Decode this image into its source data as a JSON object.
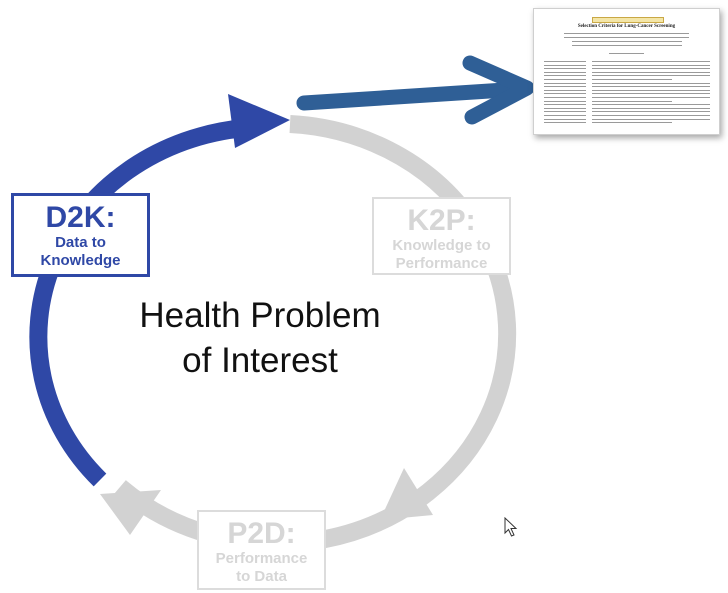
{
  "colors": {
    "active": "#2f48a6",
    "inactive": "#d2d2d2",
    "text": "#111111"
  },
  "cycle": {
    "stages": [
      {
        "code": "D2K:",
        "line1": "Data to",
        "line2": "Knowledge",
        "state": "active"
      },
      {
        "code": "K2P:",
        "line1": "Knowledge to",
        "line2": "Performance",
        "state": "inactive"
      },
      {
        "code": "P2D:",
        "line1": "Performance",
        "line2": "to Data",
        "state": "inactive"
      }
    ],
    "center": {
      "line1": "Health Problem",
      "line2": "of Interest"
    }
  },
  "paper": {
    "title": "Selection Criteria for Lung-Cancer Screening"
  },
  "icons": {
    "cursor": "mouse-pointer-icon",
    "arrow": "right-arrow-icon"
  }
}
